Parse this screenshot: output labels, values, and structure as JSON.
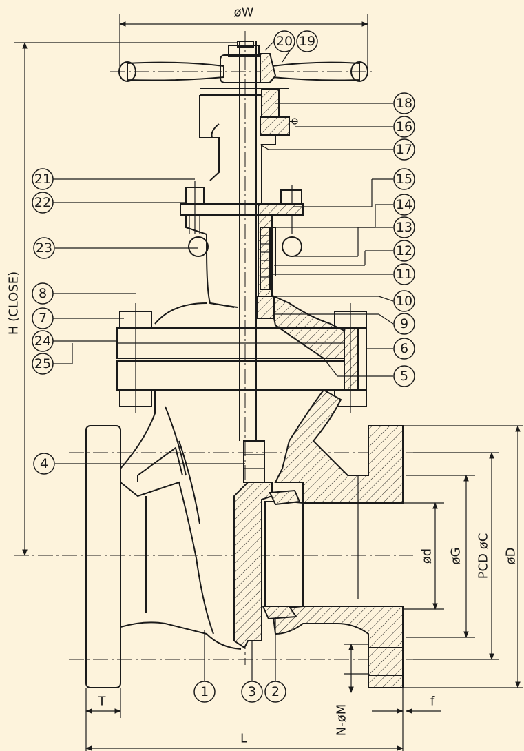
{
  "part_numbers": [
    "1",
    "2",
    "3",
    "4",
    "5",
    "6",
    "7",
    "8",
    "9",
    "10",
    "11",
    "12",
    "13",
    "14",
    "15",
    "16",
    "17",
    "18",
    "19",
    "20",
    "21",
    "22",
    "23",
    "24",
    "25"
  ],
  "dimensions": {
    "handwheel": "øW",
    "height": "H (CLOSE)",
    "bore": "ød",
    "raised_face": "øG",
    "pcd": "PCD øC",
    "flange_od": "øD",
    "flange_thickness": "T",
    "face_to_face": "L",
    "bolt_holes": "N-øM",
    "raised_face_height": "f"
  },
  "colors": {
    "background": "#fdf3dc",
    "line": "#1a1a1a"
  }
}
